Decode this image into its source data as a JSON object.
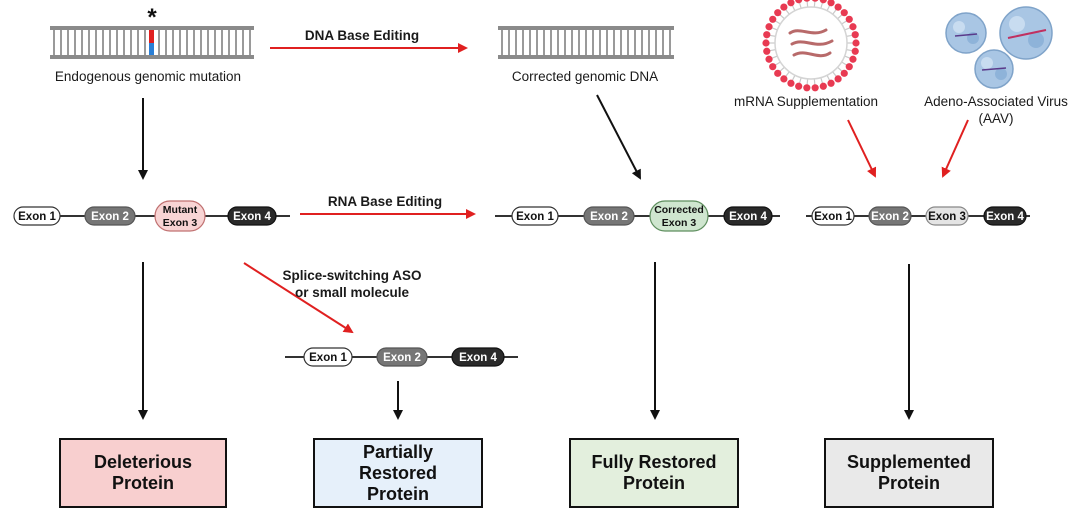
{
  "colors": {
    "arrow_black": "#111111",
    "arrow_red": "#e02020",
    "exon_white": "#ffffff",
    "exon_mid": "#767676",
    "exon_dark": "#2a2a2a",
    "exon_mutant": "#f8d4d4",
    "exon_corrected": "#cfe6cf",
    "exon_light": "#e4e4e4",
    "box_deleterious": "#f8cfcf",
    "box_partial": "#e6f0fa",
    "box_full": "#e3efdd",
    "box_supplemented": "#e9e9e9",
    "mutation_red": "#e02020",
    "mutation_blue": "#2a7fd6",
    "lipid_head": "#e83a52"
  },
  "dna": {
    "asterisk": "*",
    "mutant_label": "Endogenous genomic mutation",
    "corrected_label": "Corrected genomic DNA",
    "editing_label": "DNA Base Editing"
  },
  "delivery": {
    "mrna_label": "mRNA Supplementation",
    "aav_label_line1": "Adeno-Associated Virus",
    "aav_label_line2": "(AAV)"
  },
  "rna": {
    "editing_label": "RNA Base Editing",
    "splice_label_line1": "Splice-switching ASO",
    "splice_label_line2": "or small molecule"
  },
  "transcripts": {
    "mutant": {
      "exon1": "Exon 1",
      "exon2": "Exon 2",
      "exon3_line1": "Mutant",
      "exon3_line2": "Exon 3",
      "exon4": "Exon 4"
    },
    "corrected": {
      "exon1": "Exon 1",
      "exon2": "Exon 2",
      "exon3_line1": "Corrected",
      "exon3_line2": "Exon 3",
      "exon4": "Exon 4"
    },
    "supplemented": {
      "exon1": "Exon 1",
      "exon2": "Exon 2",
      "exon3": "Exon 3",
      "exon4": "Exon 4"
    },
    "skipped": {
      "exon1": "Exon 1",
      "exon2": "Exon 2",
      "exon4": "Exon 4"
    }
  },
  "outcomes": {
    "deleterious": {
      "line1": "Deleterious",
      "line2": "Protein"
    },
    "partial": {
      "line1": "Partially",
      "line2": "Restored",
      "line3": "Protein"
    },
    "full": {
      "line1": "Fully Restored",
      "line2": "Protein"
    },
    "supplemented": {
      "line1": "Supplemented",
      "line2": "Protein"
    }
  }
}
